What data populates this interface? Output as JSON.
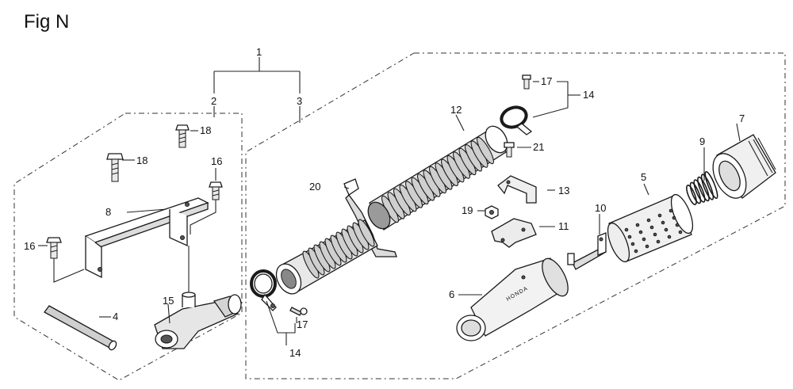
{
  "figure": {
    "title": "Fig N"
  },
  "callouts": {
    "c1": "1",
    "c2": "2",
    "c3": "3",
    "c4": "4",
    "c5": "5",
    "c6": "6",
    "c7": "7",
    "c8": "8",
    "c9": "9",
    "c10": "10",
    "c11": "11",
    "c12": "12",
    "c13": "13",
    "c14a": "14",
    "c14b": "14",
    "c15": "15",
    "c16a": "16",
    "c16b": "16",
    "c17a": "17",
    "c17b": "17",
    "c18a": "18",
    "c18b": "18",
    "c19": "19",
    "c20": "20",
    "c21": "21"
  },
  "marks": {
    "housing_text": "HONDA"
  }
}
